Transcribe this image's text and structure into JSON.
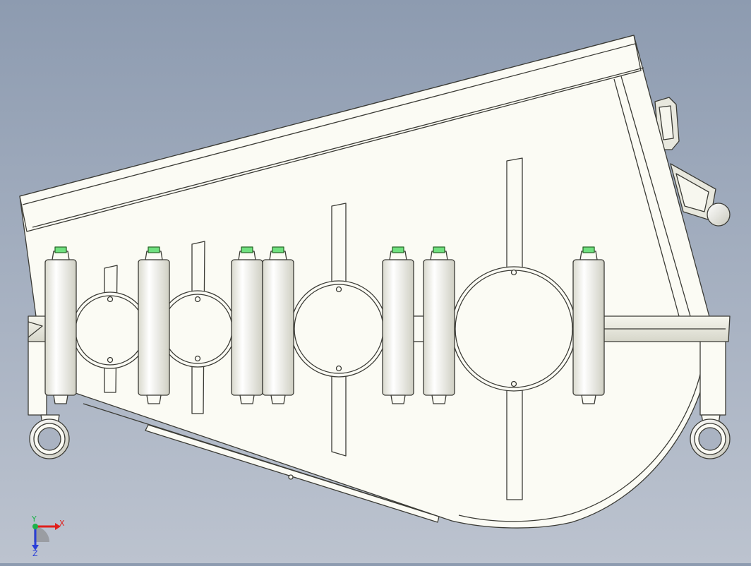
{
  "view": {
    "background_top": "#8d9bb0",
    "background_bottom": "#bcc3cf",
    "part_fill": "#fbfbf4",
    "part_edge": "#3b3b35",
    "nut_highlight": "#22c46a"
  },
  "triad": {
    "x_label": "X",
    "y_label": "Y",
    "z_label": "Z",
    "x_color": "#e0201c",
    "y_color": "#1db24a",
    "z_color": "#2a3fd8"
  },
  "components": {
    "housing": "gearbox-housing",
    "shafts": 7,
    "gears": 4,
    "lifting_eyes": 2,
    "baffles": 4
  }
}
